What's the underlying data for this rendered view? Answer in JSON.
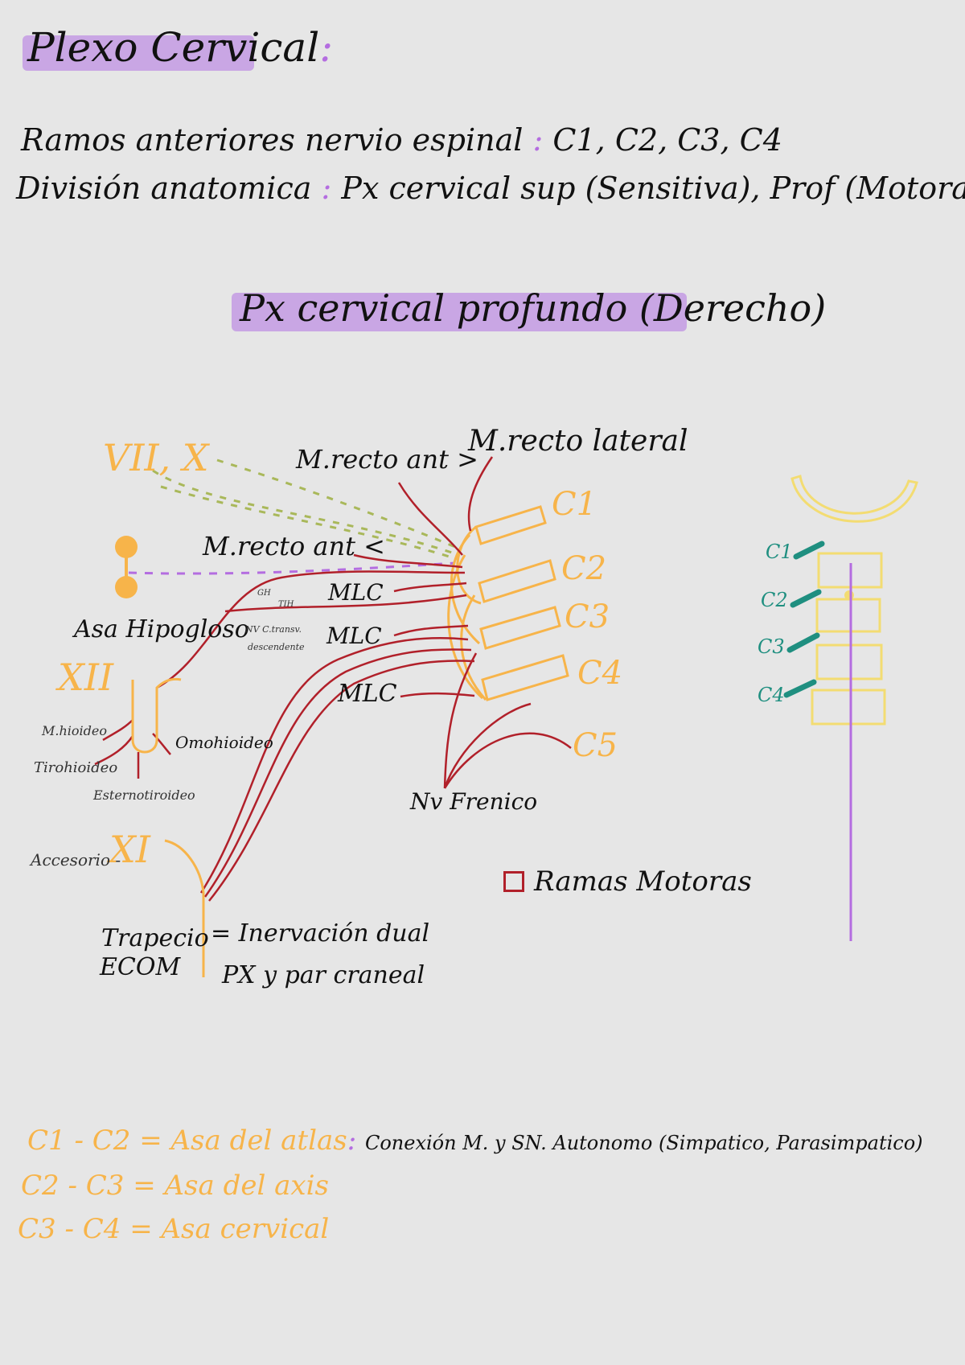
{
  "header": {
    "title": "Plexo Cervical",
    "title_suffix": ":",
    "line1_label": "Ramos anteriores nervio espinal",
    "line1_sep": ":",
    "line1_value": "C1, C2, C3, C4",
    "line2_label": "División anatomica",
    "line2_sep": ":",
    "line2_value": "Px cervical sup (Sensitiva), Prof (Motora)"
  },
  "section": {
    "title": "Px cervical profundo (Derecho)"
  },
  "diagram": {
    "cranial_top": "VII, X",
    "cranial_xii": "XII",
    "cranial_xi": "XI",
    "accesorio": "Accesorio -",
    "recto_ant_mayor": "M.recto ant >",
    "recto_lateral": "M.recto lateral",
    "recto_ant_menor": "M.recto ant <",
    "asa_hipogloso": "Asa Hipogloso",
    "mlc_1": "MLC",
    "mlc_2": "MLC",
    "mlc_3": "MLC",
    "small_gh": "GH",
    "small_tih": "TIH",
    "small_nv": "NV C.transv.",
    "small_nv2": "descendente",
    "omohioideo": "Omohioideo",
    "m_hioideo": "M.hioideo",
    "tirohioideo": "Tirohioideo",
    "esternotiroideo": "Esternotiroideo",
    "nv_frenico": "Nv Frenico",
    "c1": "C1",
    "c2": "C2",
    "c3": "C3",
    "c4": "C4",
    "c5": "C5",
    "trapecio": "Trapecio",
    "ecom": "ECOM",
    "inervacion": "= Inervación dual",
    "px_par": "PX y par craneal"
  },
  "legend": {
    "label": "Ramas Motoras",
    "color": "#b1202a"
  },
  "spine": {
    "c1": "C1",
    "c2": "C2",
    "c3": "C3",
    "c4": "C4"
  },
  "footer": {
    "r1_orange": "C1 - C2 = Asa del atlas",
    "r1_sep": ":",
    "r1_black": "Conexión M. y SN. Autonomo (Simpatico, Parasimpatico)",
    "r2": "C2 - C3 = Asa del axis",
    "r3": "C3 - C4 = Asa cervical"
  },
  "colors": {
    "background": "#e6e6e6",
    "highlight": "#c9a6e4",
    "orange": "#f7b44a",
    "red": "#b1202a",
    "teal": "#1f8f80",
    "yellow": "#f3dc72",
    "purple": "#b46de0",
    "olive": "#a9b85a"
  }
}
